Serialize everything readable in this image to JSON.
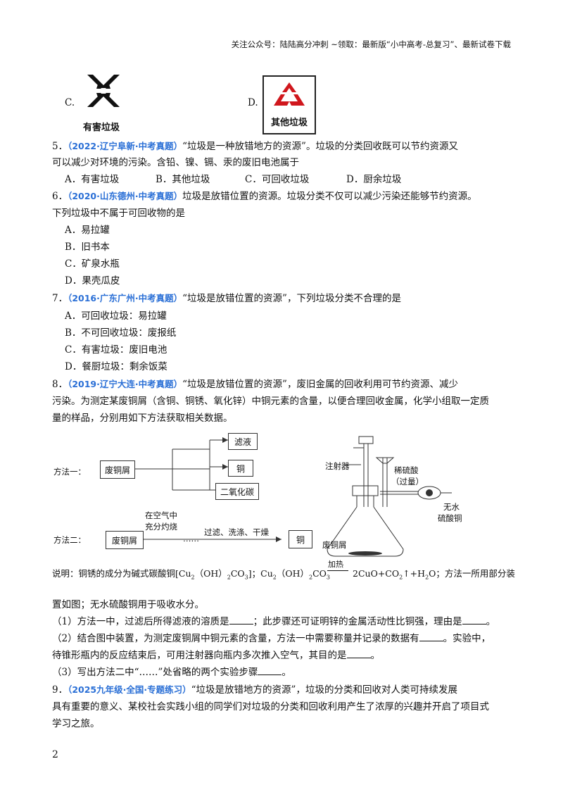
{
  "header": "关注公众号：陆陆高分冲刺 ~领取：最新版“小中高考-总复习”、最新试卷下载",
  "q4_options": {
    "c_letter": "C.",
    "c_caption": "有害垃圾",
    "d_letter": "D.",
    "d_caption": "其他垃圾"
  },
  "q5": {
    "num": "5．",
    "source": "（2022·辽宁阜新·中考真题）",
    "stem1": "“垃圾是一种放错地方的资源”。垃圾的分类回收既可以节约资源又",
    "stem2": "可以减少对环境的污染。含铅、镍、镉、汞的废旧电池属于",
    "options": [
      "A．有害垃圾",
      "B．其他垃圾",
      "C．可回收垃圾",
      "D．厨余垃圾"
    ]
  },
  "q6": {
    "num": "6．",
    "source": "（2020·山东德州·中考真题）",
    "stem1": "垃圾是放错位置的资源。垃圾分类不仅可以减少污染还能够节约资源。",
    "stem2": "下列垃圾中不属于可回收物的是",
    "options": [
      "A．易拉罐",
      "B．旧书本",
      "C．矿泉水瓶",
      "D．果壳瓜皮"
    ]
  },
  "q7": {
    "num": "7．",
    "source": "（2016·广东广州·中考真题）",
    "stem1": "“垃圾是放错位置的资源”，下列垃圾分类不合理的是",
    "options": [
      "A．可回收垃圾：易拉罐",
      "B．不可回收垃圾：废报纸",
      "C．有害垃圾：废旧电池",
      "D．餐厨垃圾：剩余饭菜"
    ]
  },
  "q8": {
    "num": "8．",
    "source": "（2019·辽宁大连·中考真题）",
    "stem1": "“垃圾是放错位置的资源”，废旧金属的回收利用可节约资源、减少",
    "stem2": "污染。为测定某废铜屑（含铜、铜锈、氧化锌）中铜元素的含量，以便合理回收金属，化学小组取一定质",
    "stem3": "量的样品，分别用如下方法获取相关数据。",
    "diagram": {
      "method1": "方法一：",
      "method2": "方法二：",
      "scrap": "废铜屑",
      "filtrate": "滤液",
      "copper": "铜",
      "co2": "二氧化碳",
      "burn1": "在空气中",
      "burn2": "充分灼烧",
      "dots": "……",
      "steps": "过滤、洗涤、干燥",
      "syringe": "注射器",
      "acid": "稀硫酸",
      "acid2": "（过量）",
      "drier1": "无水",
      "drier2": "硫酸铜",
      "flask_label": "废铜屑"
    },
    "note_heat": "加热",
    "note_a": "说明：铜锈的成分为碱式碳酸铜[Cu",
    "note_b": "（OH）",
    "note_c": "CO",
    "note_d": "]；Cu",
    "note_e": "（OH）",
    "note_f": "CO",
    "note_g": "2CuO+CO",
    "note_h": "↑+H",
    "note_i": "O；方法一所用部分装",
    "sub2": "2",
    "sub3": "3",
    "note2": "置如图；无水硫酸铜用于吸收水分。",
    "p1a": "（1）方法一中，过滤后所得滤液的溶质是",
    "p1b": "；此步骤还可证明锌的金属活动性比铜强，理由是",
    "p1c": "。",
    "p2a": "（2）结合图中装置，为测定废铜屑中铜元素的含量，方法一中需要称量并记录的数据有",
    "p2b": "。实验中，",
    "p2c": "待锥形瓶内的反应结束后，可用注射器向瓶内多次推入空气，其目的是",
    "p2d": "。",
    "p3a": "（3）写出方法二中“……”处省略的两个实验步骤",
    "p3b": "。"
  },
  "q9": {
    "num": "9．",
    "source": "（2025九年级·全国·专题练习）",
    "stem1": "“垃圾是放错地方的资源”，垃圾的分类和回收对人类可持续发展",
    "stem2": "具有重要的意义、某校社会实践小组的同学们对垃圾的分类和回收利用产生了浓厚的兴趣并开启了项目式",
    "stem3": "学习之旅。"
  },
  "page_number": "2"
}
